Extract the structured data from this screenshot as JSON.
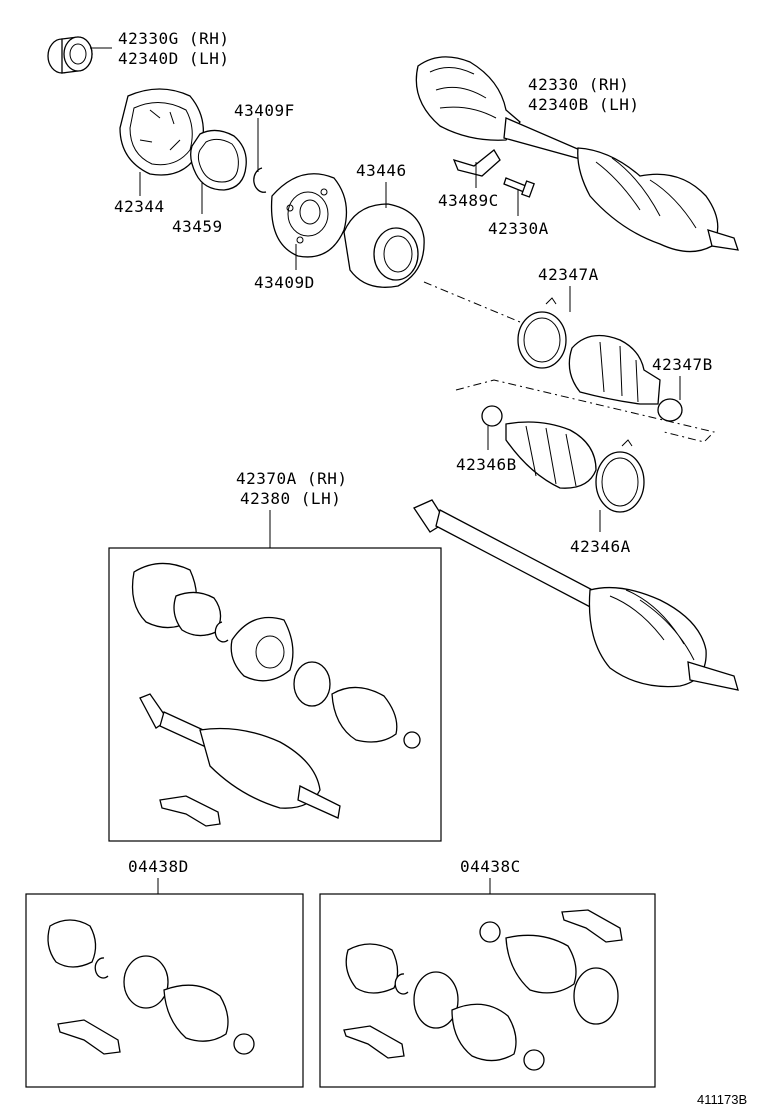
{
  "labels": {
    "l42330g": "42330G (RH)",
    "l42340d": "42340D (LH)",
    "l42330rh": "42330 (RH)",
    "l42340b": "42340B (LH)",
    "l43409f": "43409F",
    "l42344": "42344",
    "l43459": "43459",
    "l43446": "43446",
    "l43489c": "43489C",
    "l42330a": "42330A",
    "l43409d": "43409D",
    "l42347a": "42347A",
    "l42347b": "42347B",
    "l42346b": "42346B",
    "l42346a": "42346A",
    "l42370a": "42370A (RH)",
    "l42380": "42380 (LH)",
    "l04438d": "04438D",
    "l04438c": "04438C"
  },
  "diagram_ref": "411173B"
}
